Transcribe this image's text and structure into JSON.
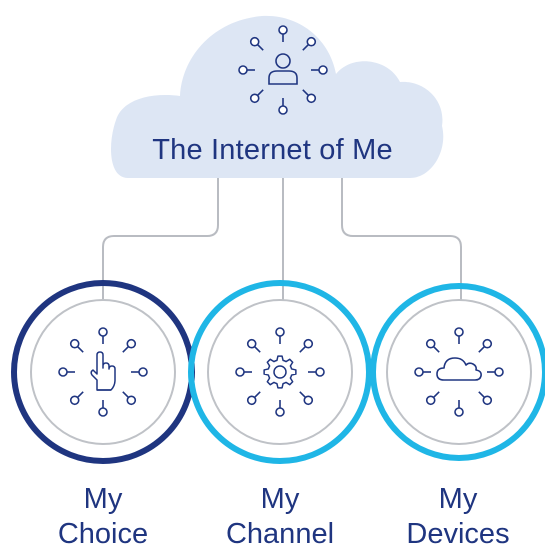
{
  "cloud": {
    "title": "The Internet of Me",
    "icon": "person-hub-icon"
  },
  "colors": {
    "navy": "#1f3580",
    "cyan": "#1fb6e6",
    "cloud_fill": "#dde6f4",
    "connector": "#b9bcc2",
    "inner_ring": "#bfc2c7"
  },
  "items": [
    {
      "line1": "My",
      "line2": "Choice",
      "icon": "hand-pointer-icon",
      "ring": "navy"
    },
    {
      "line1": "My",
      "line2": "Channel",
      "icon": "gear-icon",
      "ring": "cyan"
    },
    {
      "line1": "My",
      "line2": "Devices",
      "icon": "cloud-icon",
      "ring": "cyan"
    }
  ]
}
